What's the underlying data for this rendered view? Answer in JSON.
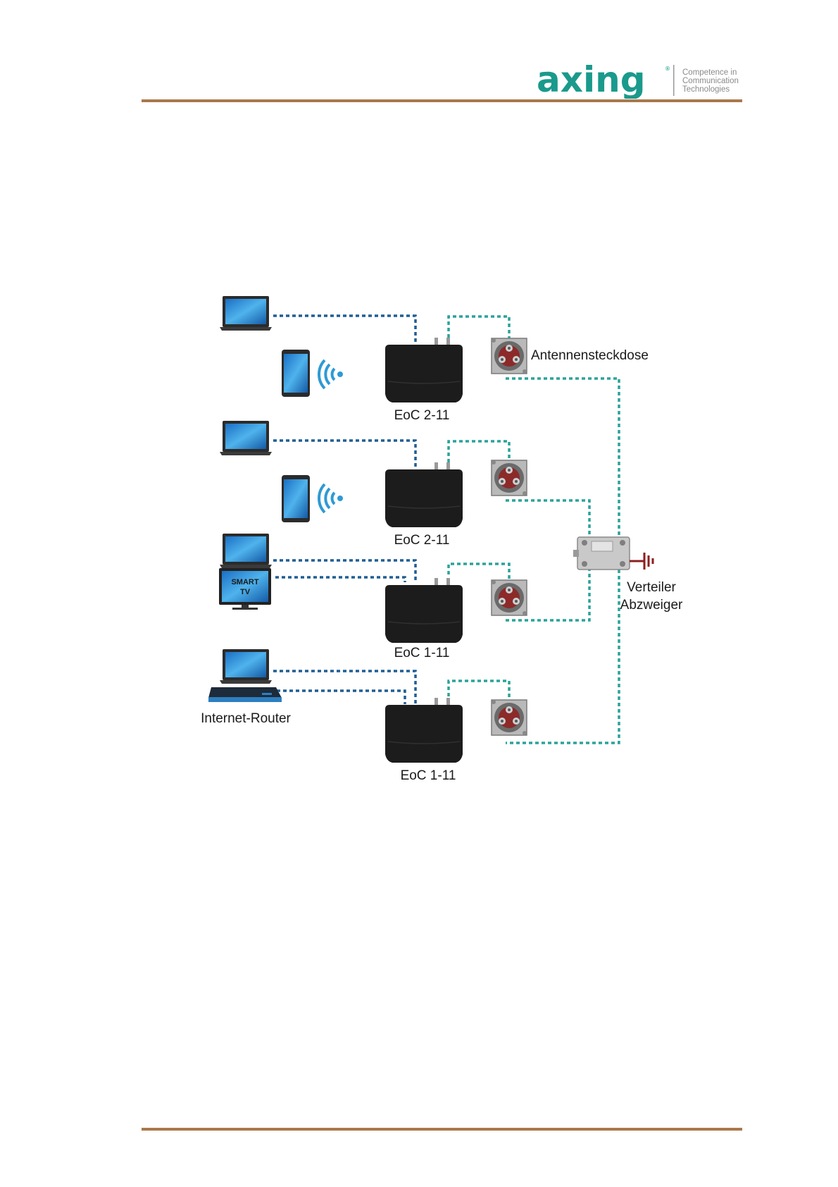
{
  "header": {
    "brand": "axing",
    "registered": "®",
    "tagline": [
      "Competence in",
      "Communication",
      "Technologies"
    ]
  },
  "colors": {
    "brand_teal": "#1a9a8c",
    "rule": "#a9784c",
    "lan_line": "#1f5e93",
    "coax_line": "#2aa39a",
    "ground": "#8b1f1f"
  },
  "diagram": {
    "eoc_labels": [
      "EoC 2-11",
      "EoC 2-11",
      "EoC 1-11",
      "EoC 1-11"
    ],
    "socket_label": "Antennensteckdose",
    "splitter_label": [
      "Verteiler",
      "Abzweiger"
    ],
    "router_label": "Internet-Router",
    "tv_label": [
      "SMART",
      "TV"
    ],
    "icons": [
      "laptop-icon",
      "tablet-icon",
      "wifi-icon",
      "smart-tv-icon",
      "router-icon",
      "eoc-adapter-icon",
      "antenna-socket-icon",
      "splitter-icon",
      "ground-icon"
    ]
  }
}
